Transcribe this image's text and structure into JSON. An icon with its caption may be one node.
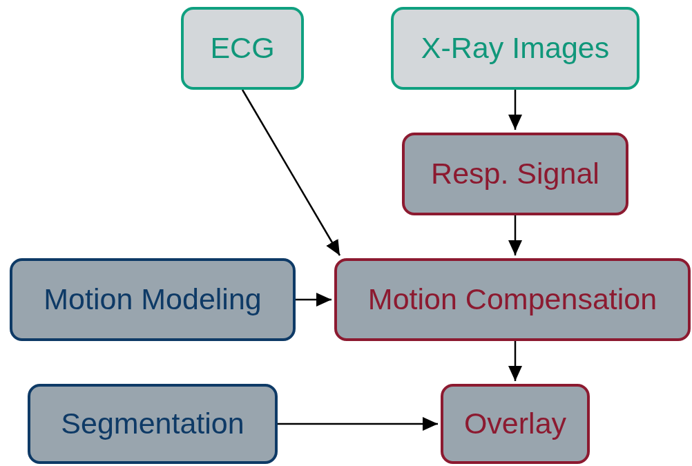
{
  "diagram": {
    "nodes": [
      {
        "text": [
          "ECG"
        ]
      },
      {
        "text": [
          "X-Ray Images"
        ]
      },
      {
        "text": [
          "Resp. Signal"
        ]
      },
      {
        "text": [
          "Motion Modeling"
        ]
      },
      {
        "text": [
          "Motion Compensation"
        ]
      },
      {
        "text": [
          "Segmentation"
        ]
      },
      {
        "text": [
          "Overlay"
        ]
      }
    ],
    "edges": [
      {
        "from": 0,
        "to": 4,
        "arrow": "to"
      },
      {
        "from": 1,
        "to": 2,
        "arrow": "to"
      },
      {
        "from": 2,
        "to": 4,
        "arrow": "to"
      },
      {
        "from": 3,
        "to": 4,
        "arrow": "to"
      },
      {
        "from": 4,
        "to": 6,
        "arrow": "to"
      },
      {
        "from": 5,
        "to": 6,
        "arrow": "to"
      }
    ]
  }
}
